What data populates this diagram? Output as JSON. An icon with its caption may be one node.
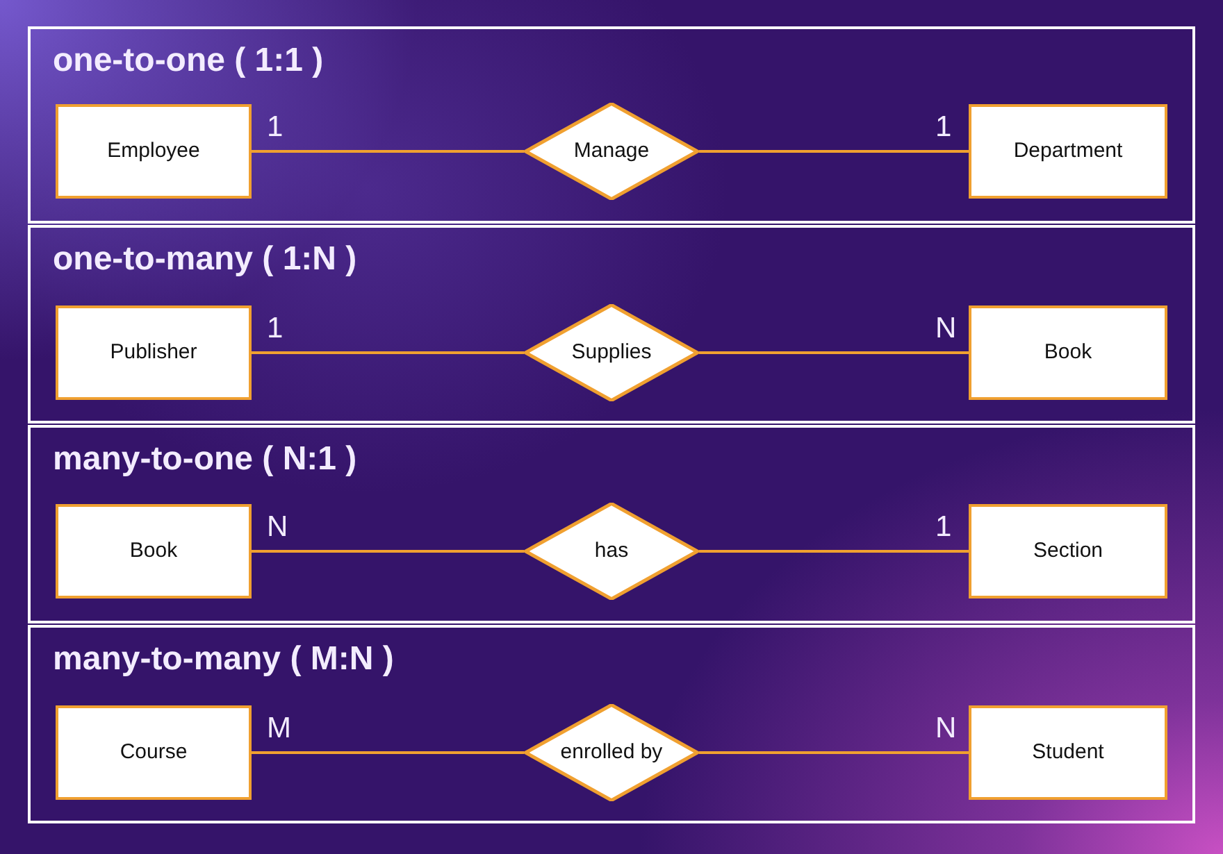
{
  "diagram": {
    "nodes": [
      {
        "text": [
          "one-to-one ( 1:1 )"
        ]
      },
      {
        "text": [
          "Employee"
        ],
        "in": 0
      },
      {
        "text": [
          "Manage"
        ],
        "in": 0
      },
      {
        "text": [
          "Department"
        ],
        "in": 0
      },
      {
        "text": [
          "one-to-many ( 1:N )"
        ]
      },
      {
        "text": [
          "Publisher"
        ],
        "in": 4
      },
      {
        "text": [
          "Supplies"
        ],
        "in": 4
      },
      {
        "text": [
          "Book"
        ],
        "in": 4
      },
      {
        "text": [
          "many-to-one ( N:1 )"
        ]
      },
      {
        "text": [
          "Book"
        ],
        "in": 8
      },
      {
        "text": [
          "has"
        ],
        "in": 8
      },
      {
        "text": [
          "Section"
        ],
        "in": 8
      },
      {
        "text": [
          "many-to-many ( M:N )"
        ]
      },
      {
        "text": [
          "Course"
        ],
        "in": 12
      },
      {
        "text": [
          "enrolled by"
        ],
        "in": 12
      },
      {
        "text": [
          "Student"
        ],
        "in": 12
      }
    ],
    "edges": [
      {
        "from": 1,
        "to": 2,
        "arrow": "none",
        "label": "1"
      },
      {
        "from": 2,
        "to": 3,
        "arrow": "none",
        "label": "1"
      },
      {
        "from": 5,
        "to": 6,
        "arrow": "none",
        "label": "1"
      },
      {
        "from": 6,
        "to": 7,
        "arrow": "none",
        "label": "N"
      },
      {
        "from": 9,
        "to": 10,
        "arrow": "none",
        "label": "N"
      },
      {
        "from": 10,
        "to": 11,
        "arrow": "none",
        "label": "1"
      },
      {
        "from": 13,
        "to": 14,
        "arrow": "none",
        "label": "M"
      },
      {
        "from": 14,
        "to": 15,
        "arrow": "none",
        "label": "N"
      }
    ]
  }
}
